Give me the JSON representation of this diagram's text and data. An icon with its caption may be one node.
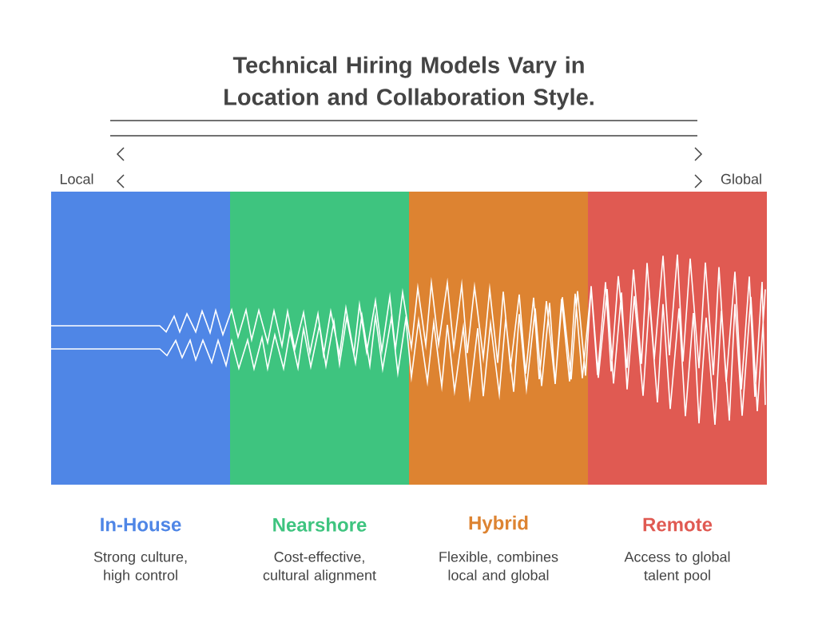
{
  "diagram": {
    "title": "Technical Hiring Models Vary in Location and Collaboration Style.",
    "nodes": [
      {
        "text": [
          "In-House",
          "Strong culture, high control"
        ]
      },
      {
        "text": [
          "Nearshore",
          "Cost-effective, cultural alignment"
        ]
      },
      {
        "text": [
          "Hybrid",
          "Flexible, combines local and global"
        ]
      },
      {
        "text": [
          "Remote",
          "Access to global talent pool"
        ]
      }
    ],
    "labels": [
      "Local",
      "Global"
    ]
  }
}
